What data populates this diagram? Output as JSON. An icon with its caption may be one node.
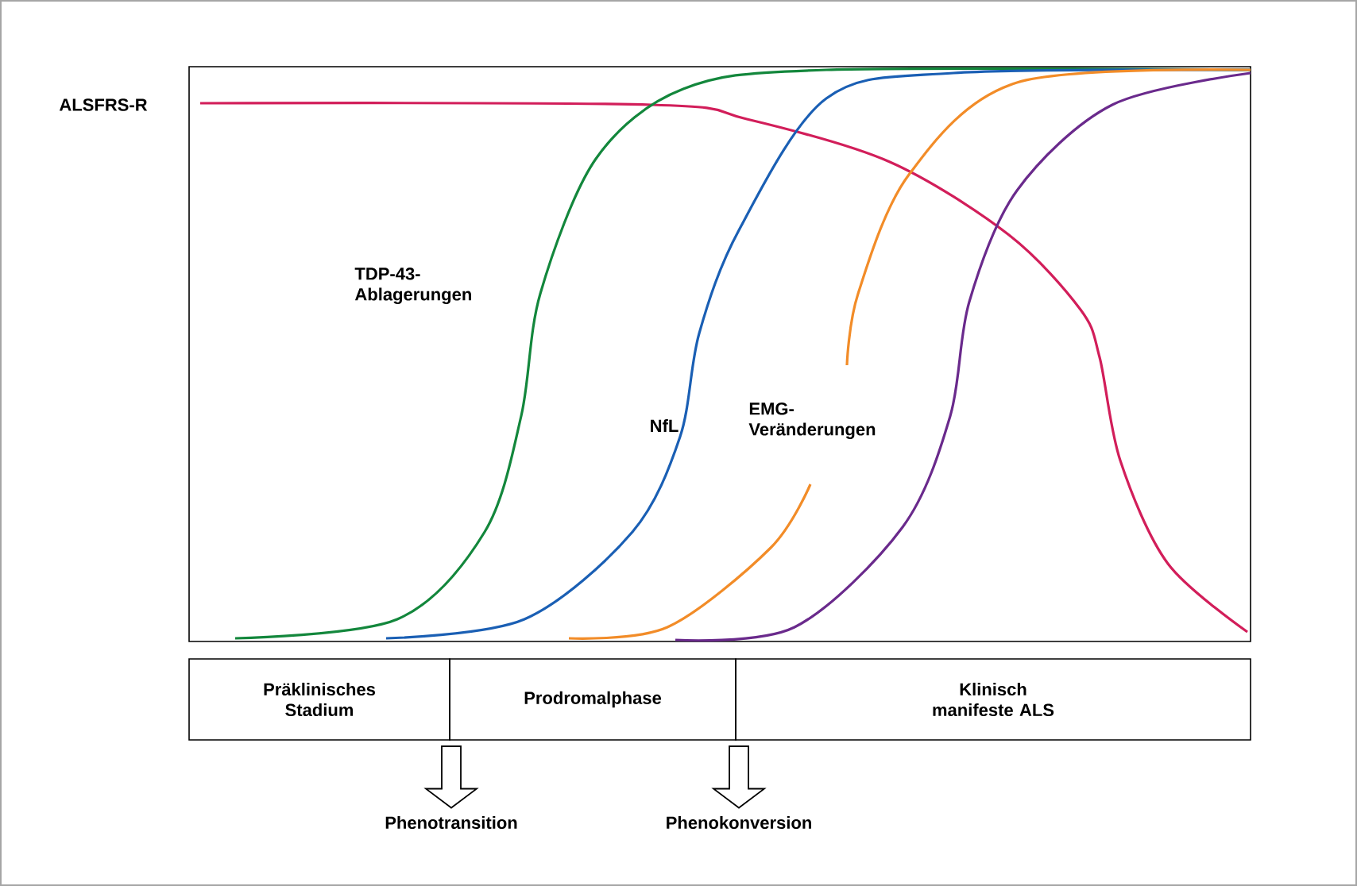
{
  "diagram": {
    "nodes": [
      {
        "text": [
          "Präklinisches Stadium"
        ]
      },
      {
        "text": [
          "Prodromalphase"
        ]
      },
      {
        "text": [
          "Klinisch manifeste ALS"
        ]
      },
      {
        "text": [
          "Phenotransition"
        ]
      },
      {
        "text": [
          "Phenokonversion"
        ]
      }
    ],
    "edges": [
      {
        "from": null,
        "to": 3,
        "arrow": "to"
      },
      {
        "from": null,
        "to": 4,
        "arrow": "to"
      }
    ],
    "labels": [
      "ALSFRS-R",
      "TDP-43- Ablagerungen",
      "NfL",
      "EMG- Veränderungen"
    ]
  }
}
